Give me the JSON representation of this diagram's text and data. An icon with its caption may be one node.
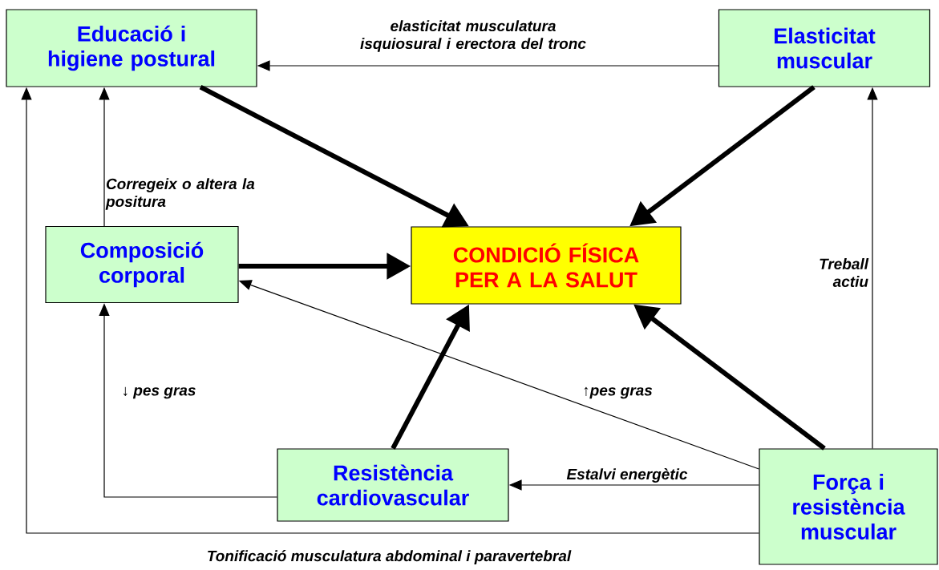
{
  "diagram": {
    "nodes": [
      {
        "text": [
          "Educació i higiene postural"
        ]
      },
      {
        "text": [
          "Elasticitat muscular"
        ]
      },
      {
        "text": [
          "Composició corporal"
        ]
      },
      {
        "text": [
          "CONDICIÓ FÍSICA PER A LA SALUT"
        ]
      },
      {
        "text": [
          "Resistència cardiovascular"
        ]
      },
      {
        "text": [
          "Força i resistència muscular"
        ]
      }
    ],
    "edges": [
      {
        "from": 1,
        "to": 0,
        "arrow": "to",
        "label": "elasticitat musculatura isquiosural i erectora del tronc"
      },
      {
        "from": 0,
        "to": 3,
        "arrow": "to",
        "style": "thick"
      },
      {
        "from": 1,
        "to": 3,
        "arrow": "to",
        "style": "thick"
      },
      {
        "from": 2,
        "to": 0,
        "arrow": "to",
        "label": "Corregeix o altera la positura"
      },
      {
        "from": 2,
        "to": 3,
        "arrow": "to",
        "style": "thick"
      },
      {
        "from": 5,
        "to": 2,
        "arrow": "to",
        "label": "↑pes gras"
      },
      {
        "from": 4,
        "to": 2,
        "arrow": "to",
        "label": "↓ pes gras"
      },
      {
        "from": 4,
        "to": 3,
        "arrow": "to",
        "style": "thick"
      },
      {
        "from": 5,
        "to": 3,
        "arrow": "to",
        "style": "thick"
      },
      {
        "from": 5,
        "to": 4,
        "arrow": "to",
        "label": "Estalvi energètic"
      },
      {
        "from": 5,
        "to": 1,
        "arrow": "to",
        "label": "Treball actiu"
      },
      {
        "from": 5,
        "to": 0,
        "arrow": "to",
        "label": "Tonificació musculatura abdominal i paravertebral"
      }
    ]
  }
}
